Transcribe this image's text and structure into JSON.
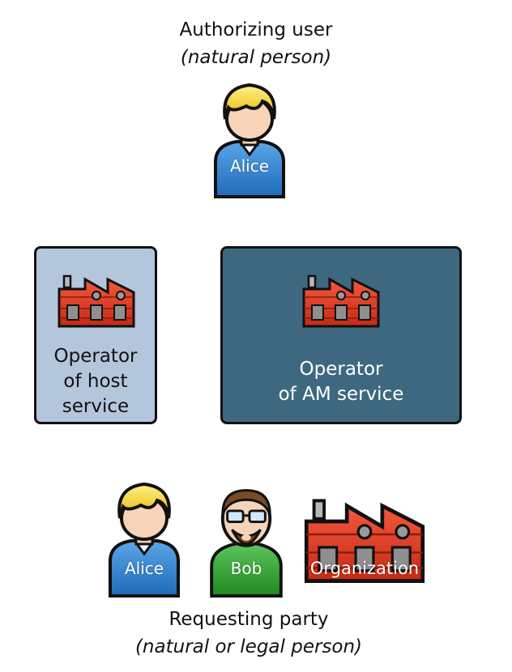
{
  "top": {
    "title": "Authorizing user",
    "subtitle": "(natural person)",
    "person_label": "Alice"
  },
  "host_box": {
    "line1": "Operator",
    "line2": "of host",
    "line3": "service",
    "fill": "#b3c6dc"
  },
  "am_box": {
    "line1": "Operator",
    "line2": "of AM service",
    "fill": "#3e6880"
  },
  "bottom": {
    "alice_label": "Alice",
    "bob_label": "Bob",
    "org_label": "Organization",
    "title": "Requesting party",
    "subtitle": "(natural or legal person)"
  },
  "colors": {
    "factory_red": "#e0402a",
    "alice_shirt": "#3a86d0",
    "bob_shirt": "#3aa83a",
    "hair_blond": "#f2d22a"
  }
}
